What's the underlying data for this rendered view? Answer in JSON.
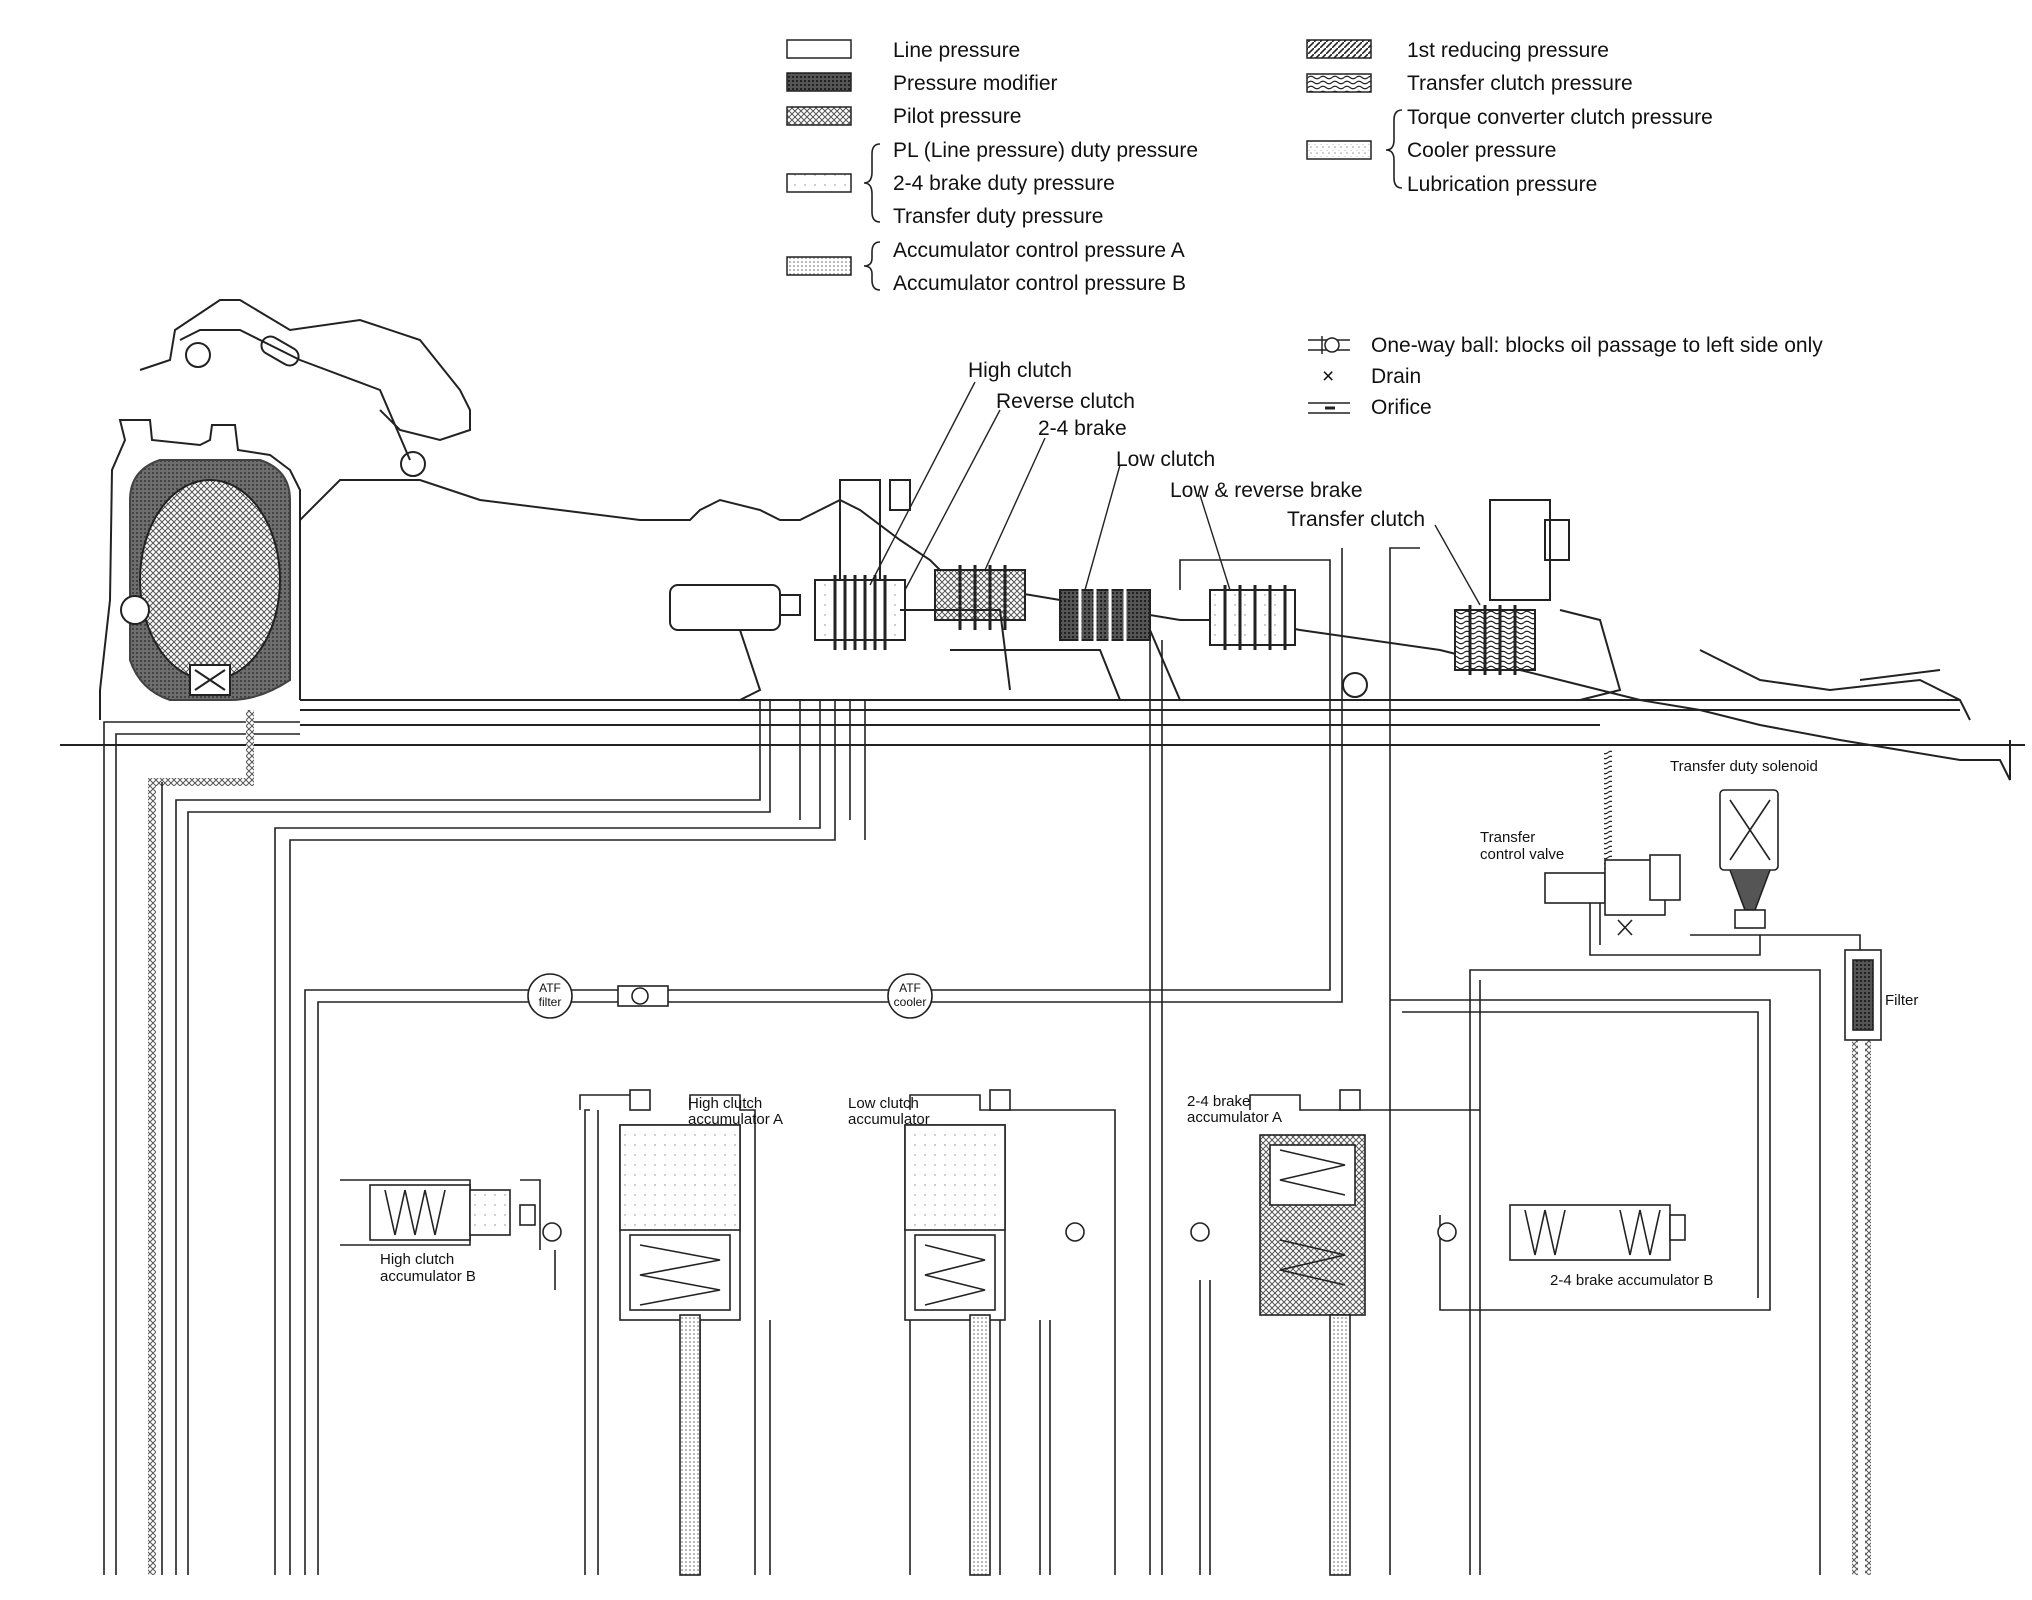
{
  "legend": {
    "line_pressure": "Line pressure",
    "pressure_modifier": "Pressure modifier",
    "pilot_pressure": "Pilot pressure",
    "pl_duty": "PL (Line pressure) duty pressure",
    "brake24_duty": "2-4 brake duty pressure",
    "transfer_duty": "Transfer duty pressure",
    "acc_a": "Accumulator control pressure A",
    "acc_b": "Accumulator control pressure B",
    "first_reducing": "1st reducing pressure",
    "transfer_clutch_pressure": "Transfer clutch pressure",
    "torque_converter": "Torque converter clutch pressure",
    "cooler": "Cooler pressure",
    "lubrication": "Lubrication pressure"
  },
  "symbols": {
    "one_way_ball": "One-way ball: blocks oil passage to left side only",
    "drain_mark": "×",
    "drain": "Drain",
    "orifice": "Orifice"
  },
  "components": {
    "high_clutch": "High clutch",
    "reverse_clutch": "Reverse clutch",
    "brake24": "2-4 brake",
    "low_clutch": "Low clutch",
    "low_reverse_brake": "Low & reverse brake",
    "transfer_clutch": "Transfer clutch",
    "transfer_duty_solenoid": "Transfer duty solenoid",
    "transfer_control_valve_1": "Transfer",
    "transfer_control_valve_2": "control valve",
    "filter": "Filter",
    "atf_filter_1": "ATF",
    "atf_filter_2": "filter",
    "atf_cooler_1": "ATF",
    "atf_cooler_2": "cooler",
    "hc_acc_a_1": "High clutch",
    "hc_acc_a_2": "accumulator A",
    "lc_acc_1": "Low clutch",
    "lc_acc_2": "accumulator",
    "b24_acc_a_1": "2-4 brake",
    "b24_acc_a_2": "accumulator A",
    "hc_acc_b_1": "High clutch",
    "hc_acc_b_2": "accumulator B",
    "b24_acc_b": "2-4 brake accumulator B"
  }
}
